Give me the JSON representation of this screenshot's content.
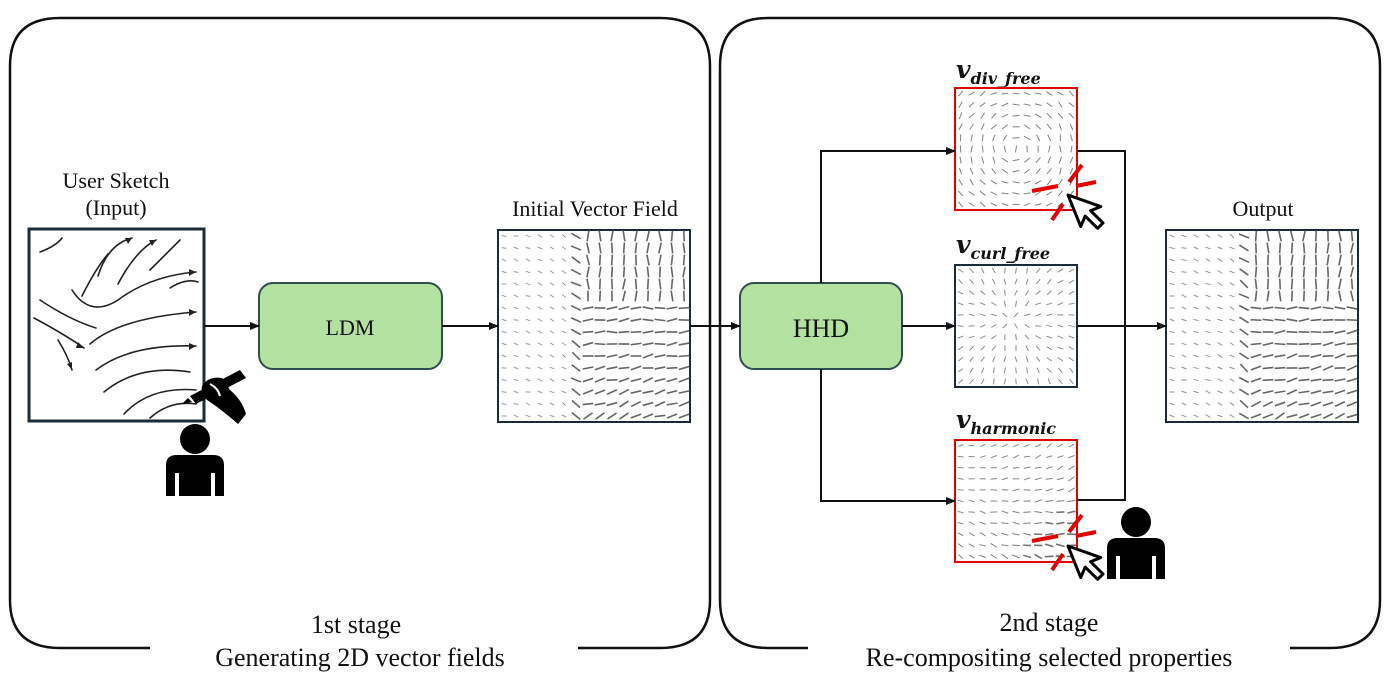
{
  "stage1": {
    "title": "1st stage",
    "subtitle": "Generating 2D vector fields",
    "input_label_line1": "User Sketch",
    "input_label_line2": "(Input)",
    "model_label": "LDM",
    "field_label": "Initial Vector Field"
  },
  "stage2": {
    "title": "2nd stage",
    "subtitle": "Re-compositing selected properties",
    "decomp_label": "HHD",
    "components": [
      {
        "symbol": "v",
        "subscript": "div_free",
        "selected": false
      },
      {
        "symbol": "v",
        "subscript": "curl_free",
        "selected": true
      },
      {
        "symbol": "v",
        "subscript": "harmonic",
        "selected": false
      }
    ],
    "output_label": "Output"
  },
  "colors": {
    "box_fill": "#b3e2a0",
    "box_stroke": "#2f4f4f",
    "panel_stroke": "#1b2b3a",
    "excluded_stroke": "#e00000",
    "cross_mark": "#e00000"
  },
  "icons": {
    "user_stage1": "person-icon",
    "pen": "pen-hand-icon",
    "cursor": "cursor-arrow-icon",
    "user_stage2": "person-icon"
  }
}
